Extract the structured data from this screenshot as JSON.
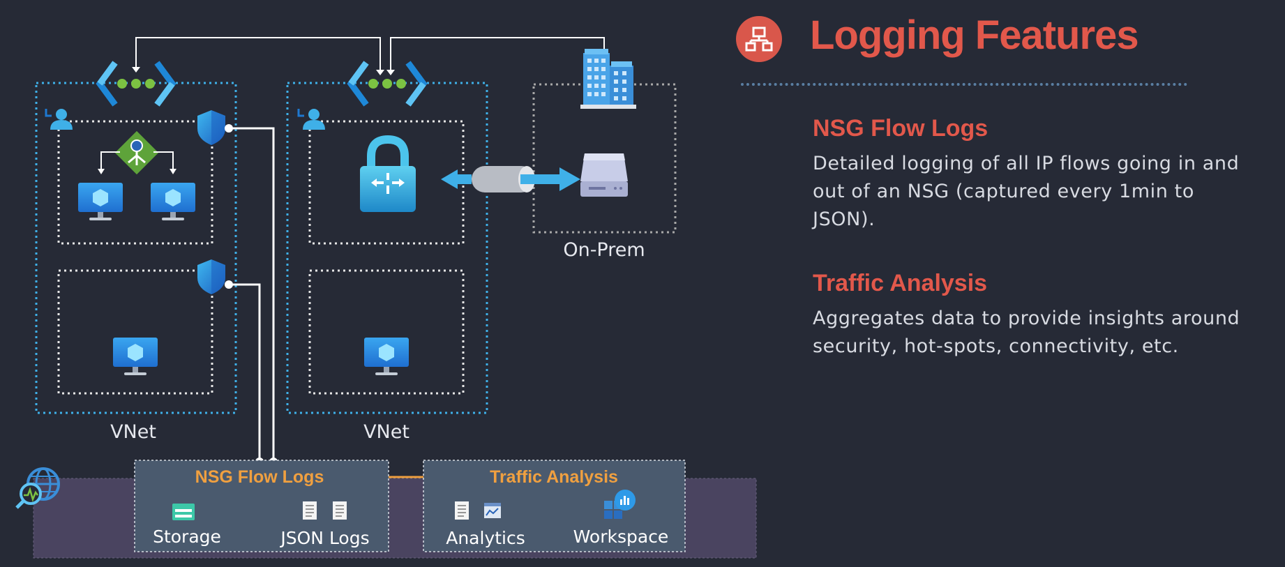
{
  "header": {
    "title": "Logging Features",
    "icon": "network-diagram-icon"
  },
  "sections": [
    {
      "heading": "NSG Flow Logs",
      "body_line1": "Detailed logging of all IP flows going in and",
      "body_line2": "out of an NSG (captured every 1min to JSON)."
    },
    {
      "heading": "Traffic Analysis",
      "body_line1": "Aggregates data to provide insights around",
      "body_line2": "security, hot-spots, connectivity, etc."
    }
  ],
  "diagram": {
    "vnet_left_label": "VNet",
    "vnet_right_label": "VNet",
    "onprem_label": "On-Prem",
    "flow_logs_box": {
      "title": "NSG Flow Logs",
      "storage_label": "Storage",
      "json_label": "JSON Logs"
    },
    "traffic_box": {
      "title": "Traffic Analysis",
      "analytics_label": "Analytics",
      "workspace_label": "Workspace"
    }
  },
  "colors": {
    "background": "#262a36",
    "accent_red": "#e2584b",
    "accent_orange": "#f0a040",
    "vnet_border": "#3fb0e8",
    "subnet_border": "#e6e6e6",
    "bottom_band": "#4a4460",
    "service_box": "#4a5a6e"
  }
}
